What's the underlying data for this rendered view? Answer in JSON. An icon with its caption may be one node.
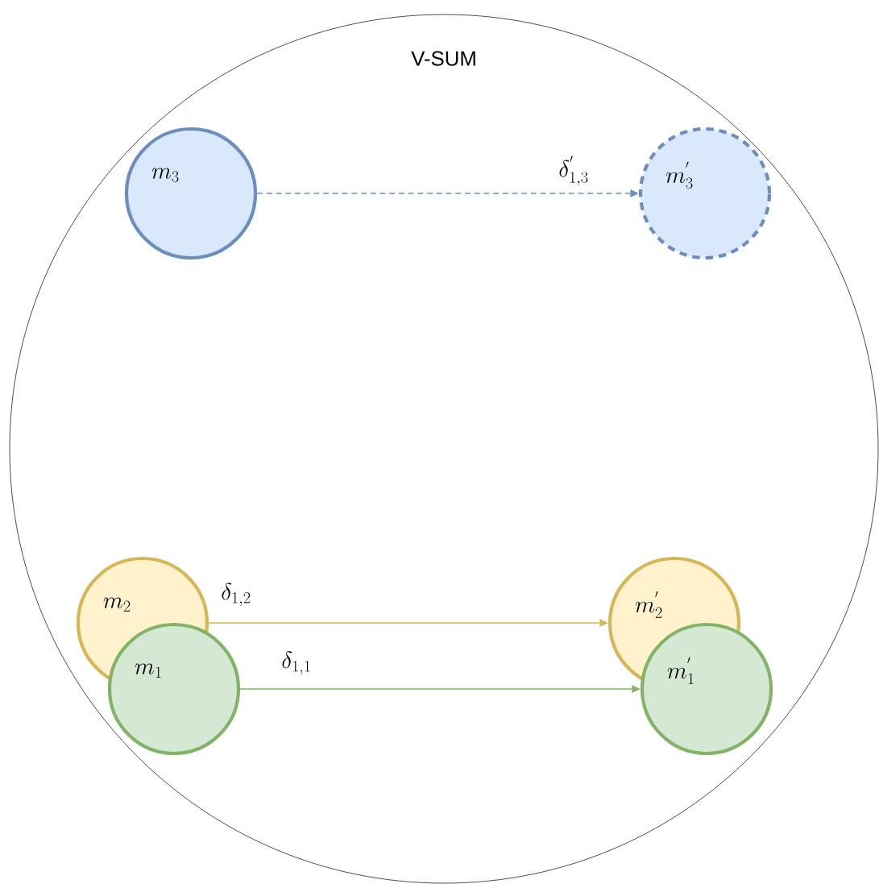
{
  "diagram": {
    "nodes": [
      {
        "text": [
          "V-SUM"
        ]
      },
      {
        "text": [
          "m_3"
        ],
        "in": 0
      },
      {
        "text": [
          "m_3^{'}"
        ],
        "in": 0
      },
      {
        "text": [
          "m_2"
        ],
        "in": 0
      },
      {
        "text": [
          "m_2^{'}"
        ],
        "in": 0
      },
      {
        "text": [
          "m_1"
        ],
        "in": 0
      },
      {
        "text": [
          "m_1^{'}"
        ],
        "in": 0
      }
    ],
    "edges": [
      {
        "from": 1,
        "to": 2,
        "arrow": "to",
        "label": "\\delta_{1,3}^{'}",
        "style": "dashed",
        "color": "#6c8ebf"
      },
      {
        "from": 3,
        "to": 4,
        "arrow": "to",
        "label": "\\delta_{1,2}",
        "color": "#d6b656"
      },
      {
        "from": 5,
        "to": 6,
        "arrow": "to",
        "label": "\\delta_{1,1}",
        "color": "#82b366"
      }
    ]
  }
}
